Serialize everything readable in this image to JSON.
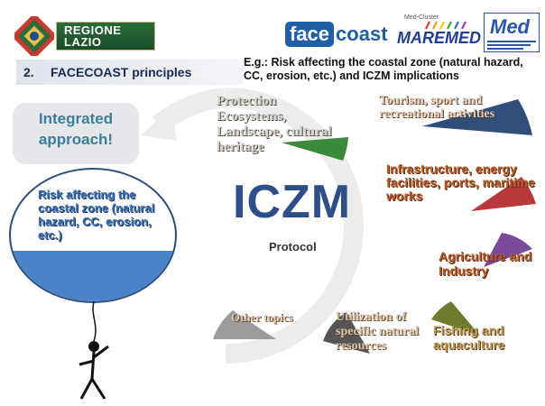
{
  "header": {
    "lazio_label": "REGIONE\nLAZIO",
    "facecoast": {
      "face": "face",
      "coast": "coast"
    },
    "maremed": {
      "name": "MAREMED",
      "cluster": "Med-Cluster"
    },
    "med": {
      "name": "Med"
    }
  },
  "title": {
    "number": "2.",
    "text": "FACECOAST principles"
  },
  "eg_text": "E.g.: Risk affecting the coastal zone (natural hazard,  CC, erosion, etc.) and ICZM implications",
  "integrated": "Integrated approach!",
  "risk": "Risk affecting the coastal zone (natural hazard,  CC, erosion, etc.)",
  "center": {
    "main": "ICZM",
    "sub": "Protocol"
  },
  "topics": {
    "protection": "Protection Ecosystems, Landscape, cultural heritage",
    "tourism": "Tourism, sport and recreational activities",
    "infrastructure": "Infrastructure, energy facilities, ports, maritime works",
    "agriculture": "Agriculture and Industry",
    "fishing": "Fishing and aquaculture",
    "utilization": "Utilization of specific natural resources",
    "other": "Other topics"
  },
  "colors": {
    "protection_wedge": "#3a8a3a",
    "tourism_wedge": "#2f4f7a",
    "infrastructure_wedge": "#b83a3a",
    "agriculture_wedge": "#7b4a9a",
    "fishing_wedge": "#6e7a2e",
    "utilization_wedge": "#555555",
    "other_wedge": "#8a8a8a",
    "risk_fill": "#4b83c9",
    "iczm": "#2d4e86"
  }
}
